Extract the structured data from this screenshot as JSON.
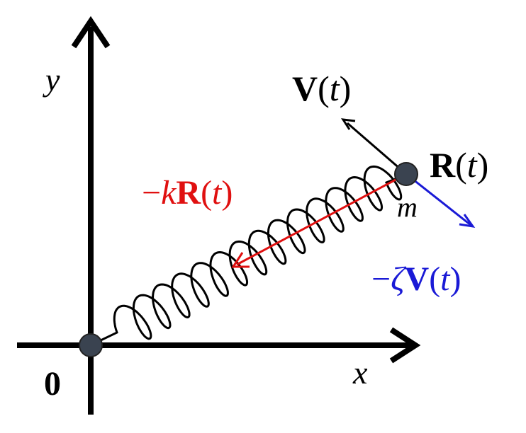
{
  "colors": {
    "axis": "#000000",
    "spring": "#000000",
    "mass": "#3a4350",
    "velocity": "#000000",
    "spring_force": "#e01010",
    "friction": "#1a1ad6"
  },
  "labels": {
    "y_axis": "y",
    "x_axis": "x",
    "origin": "0",
    "mass": "m",
    "position": {
      "bold": "R",
      "open": "(",
      "arg": "t",
      "close": ")"
    },
    "velocity": {
      "bold": "V",
      "open": "(",
      "arg": "t",
      "close": ")"
    },
    "spring_force": {
      "sign": "−",
      "coef": "k",
      "bold": "R",
      "open": "(",
      "arg": "t",
      "close": ")"
    },
    "friction": {
      "sign": "−",
      "coef": "ζ",
      "bold": "V",
      "open": "(",
      "arg": "t",
      "close": ")"
    }
  }
}
